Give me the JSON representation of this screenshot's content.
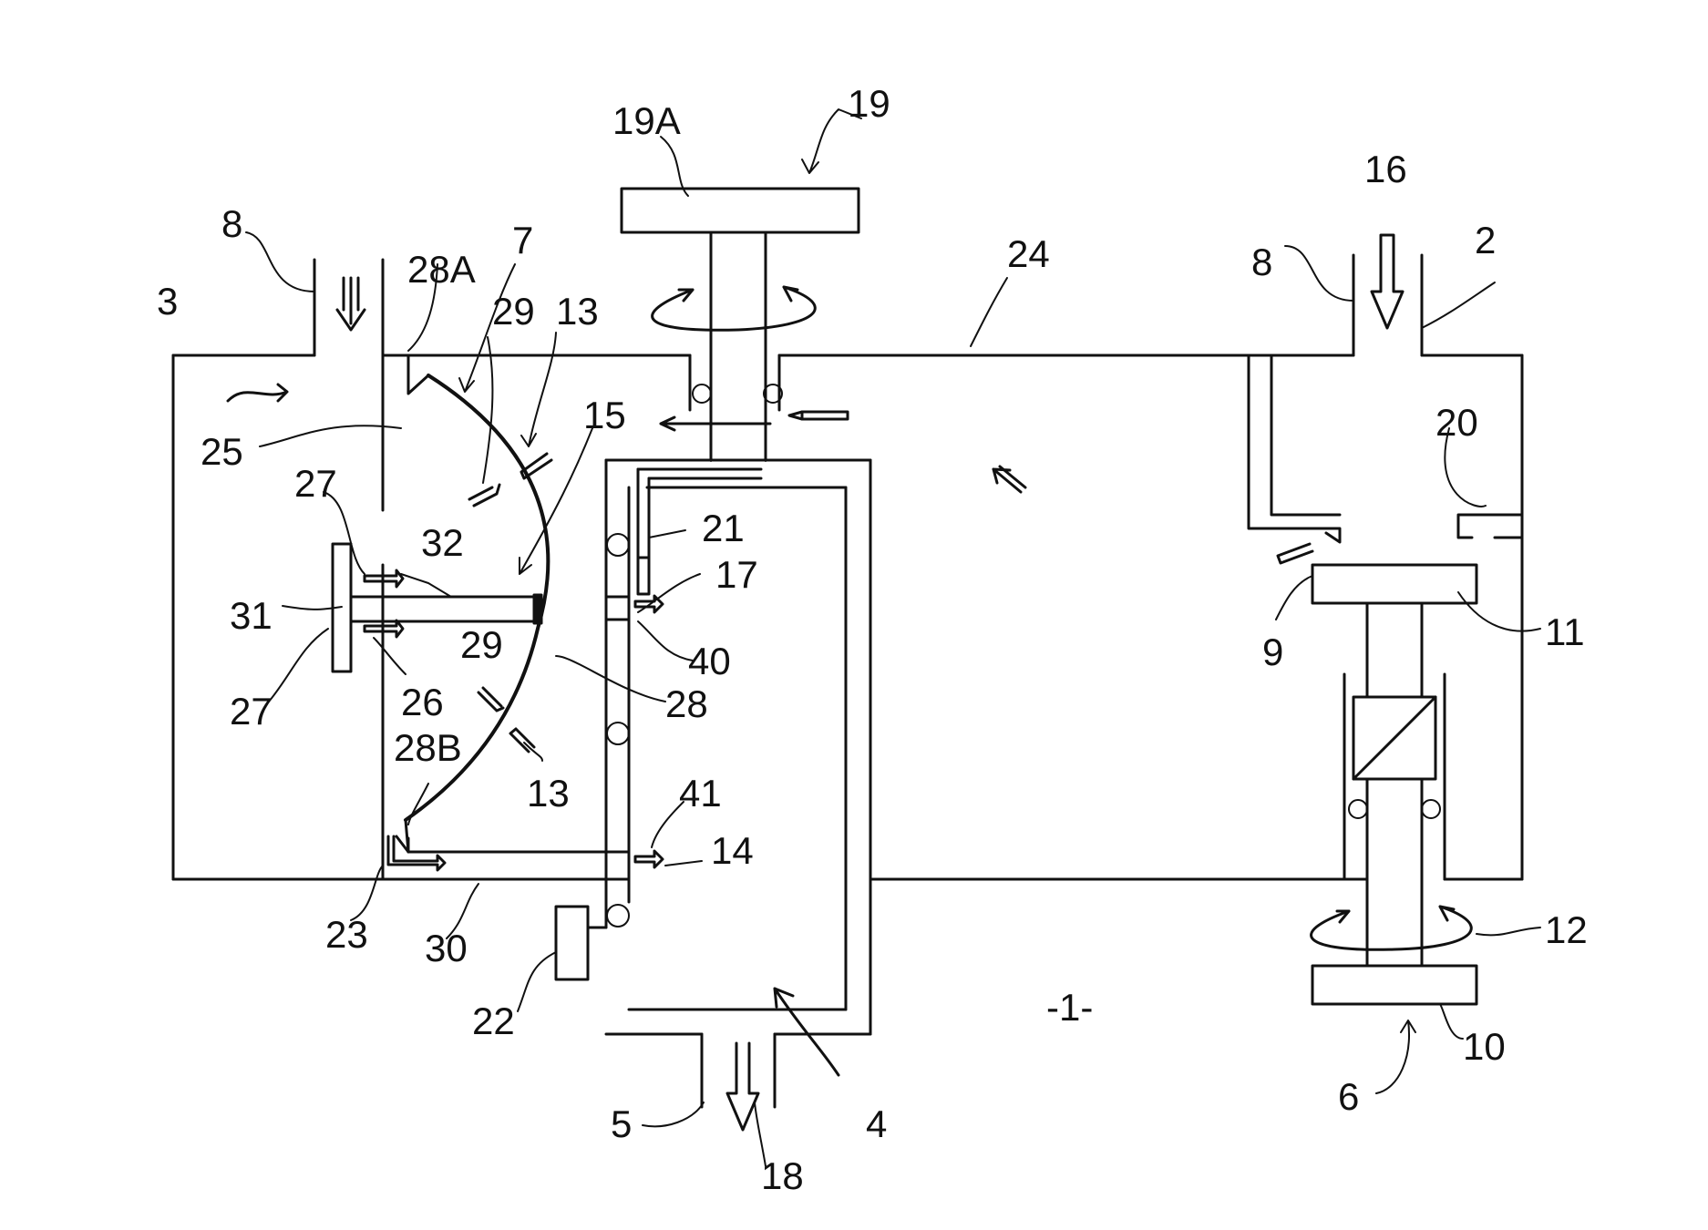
{
  "figure": {
    "label": "-1-",
    "reference_numerals": {
      "n2": "2",
      "n3": "3",
      "n4": "4",
      "n5": "5",
      "n6": "6",
      "n7": "7",
      "n8a": "8",
      "n8b": "8",
      "n9": "9",
      "n10": "10",
      "n11": "11",
      "n12": "12",
      "n13a": "13",
      "n13b": "13",
      "n14": "14",
      "n15": "15",
      "n16": "16",
      "n17": "17",
      "n18": "18",
      "n19": "19",
      "n19A": "19A",
      "n20": "20",
      "n21": "21",
      "n22": "22",
      "n23": "23",
      "n24": "24",
      "n25": "25",
      "n26": "26",
      "n27a": "27",
      "n27b": "27",
      "n28": "28",
      "n28A": "28A",
      "n28B": "28B",
      "n29a": "29",
      "n29b": "29",
      "n30": "30",
      "n31": "31",
      "n32": "32",
      "n40": "40",
      "n41": "41"
    }
  }
}
